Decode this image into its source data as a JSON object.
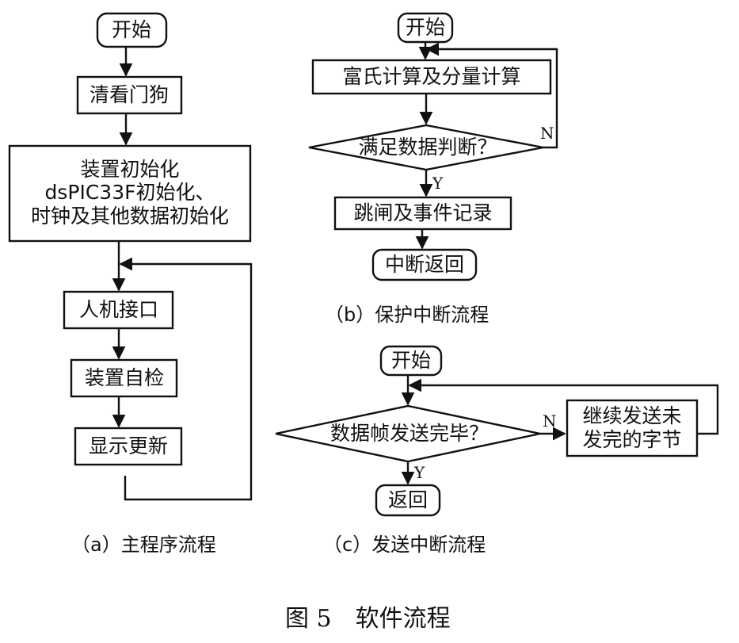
{
  "main_flow": {
    "start": "开始",
    "watchdog": "清看门狗",
    "init_line1": "装置初始化",
    "init_line2": "dsPIC33F初始化、",
    "init_line3": "时钟及其他数据初始化",
    "hmi": "人机接口",
    "selfcheck": "装置自检",
    "display": "显示更新",
    "caption": "（a）主程序流程"
  },
  "protect_flow": {
    "start": "开始",
    "calc": "富氏计算及分量计算",
    "decision": "满足数据判断？",
    "no_label": "N",
    "yes_label": "Y",
    "trip": "跳闸及事件记录",
    "return": "中断返回",
    "caption": "（b）保护中断流程"
  },
  "send_flow": {
    "start": "开始",
    "decision": "数据帧发送完毕？",
    "no_label": "N",
    "yes_label": "Y",
    "continue_line1": "继续发送未",
    "continue_line2": "发完的字节",
    "return": "返回",
    "caption": "（c）发送中断流程"
  },
  "figure_caption": "图 5　软件流程",
  "colors": {
    "stroke": "#111111",
    "background": "#ffffff"
  }
}
